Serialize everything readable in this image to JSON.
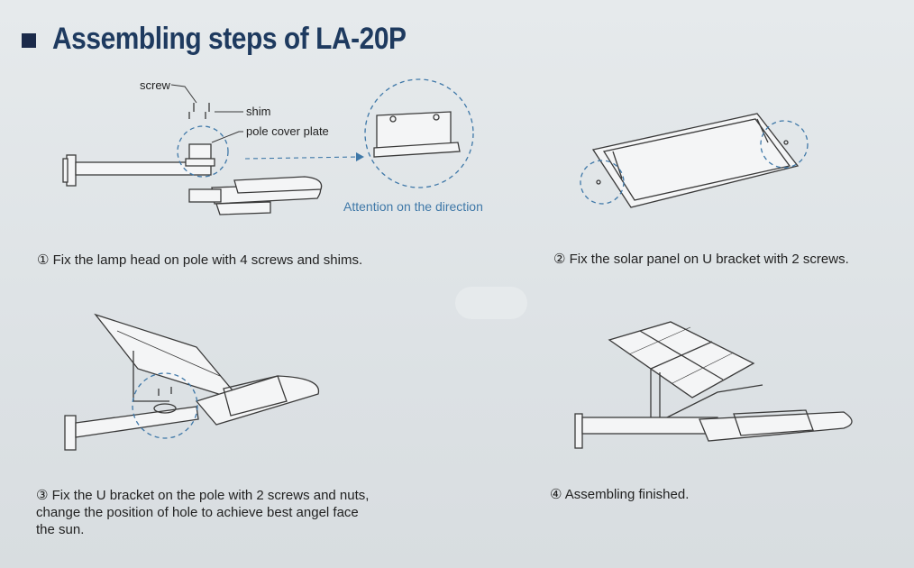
{
  "title": "Assembling steps of LA-20P",
  "step1": {
    "label_screw": "screw",
    "label_shim": "shim",
    "label_cover": "pole cover plate",
    "attention": "Attention on the direction",
    "caption": "① Fix the lamp head on pole with 4 screws and shims."
  },
  "step2": {
    "caption": "② Fix the solar panel on U bracket with 2 screws."
  },
  "step3": {
    "caption": "③ Fix the U bracket on the pole with 2 screws and nuts, change the position of hole to achieve best angel face the sun."
  },
  "step4": {
    "caption": "④ Assembling finished."
  },
  "colors": {
    "title": "#1e3a5f",
    "accent": "#3f78a8",
    "square": "#1b2a4a"
  }
}
